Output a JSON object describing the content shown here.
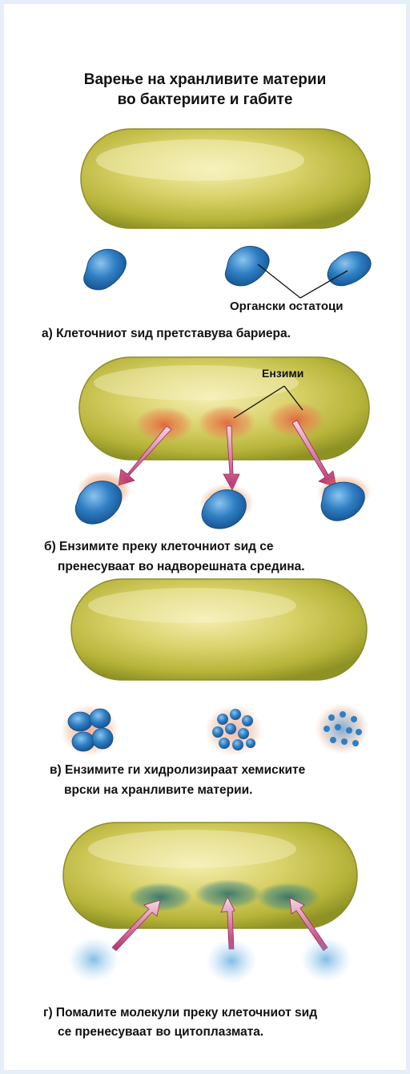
{
  "title": {
    "line1": "Варење на хранливите материи",
    "line2": "во бактериите и габите"
  },
  "labels": {
    "organic_remains": "Органски остатоци",
    "enzymes": "Ензими"
  },
  "captions": {
    "a": "а) Клеточниот ѕид претставува бариера.",
    "b_line1": "б) Ензимите преку клеточниот ѕид се",
    "b_line2": "пренесуваат во надворешната средина.",
    "c_line1": "в) Ензимите ги хидролизираат хемиските",
    "c_line2": "врски на хранливите материи.",
    "d_line1": "г) Помалите молекули преку клеточниот ѕид",
    "d_line2": "се пренесуваат во цитоплазмата."
  },
  "colors": {
    "cell": "#c8c84a",
    "organic_matter": "#2f7fc4",
    "enzyme": "#e0603a",
    "arrow": "#b8306c",
    "small_molecules": "#3a8a8a"
  }
}
